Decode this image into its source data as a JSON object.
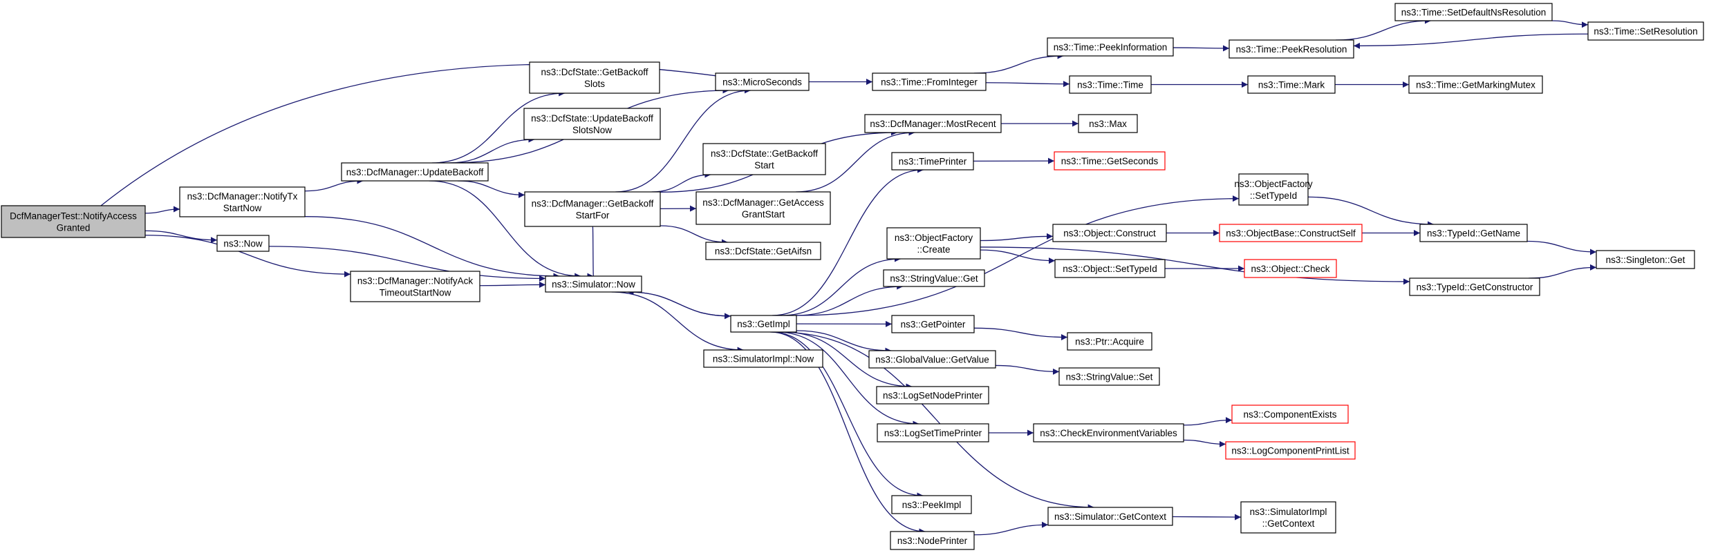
{
  "graph": {
    "edge_color": "#191970",
    "node_border": "#000000",
    "highlight_border": "#ff0000",
    "root_fill": "#bfbfbf",
    "nodes": [
      {
        "id": "root",
        "lines": [
          "DcfManagerTest::NotifyAccess",
          "Granted"
        ],
        "style": "root"
      },
      {
        "id": "notifyTx",
        "lines": [
          "ns3::DcfManager::NotifyTx",
          "StartNow"
        ]
      },
      {
        "id": "now",
        "lines": [
          "ns3::Now"
        ]
      },
      {
        "id": "notifyAck",
        "lines": [
          "ns3::DcfManager::NotifyAck",
          "TimeoutStartNow"
        ]
      },
      {
        "id": "updateBackoff",
        "lines": [
          "ns3::DcfManager::UpdateBackoff"
        ]
      },
      {
        "id": "simNow",
        "lines": [
          "ns3::Simulator::Now"
        ]
      },
      {
        "id": "getBackoffSlots",
        "lines": [
          "ns3::DcfState::GetBackoff",
          "Slots"
        ]
      },
      {
        "id": "updateBackoffSlotsNow",
        "lines": [
          "ns3::DcfState::UpdateBackoff",
          "SlotsNow"
        ]
      },
      {
        "id": "getBackoffStartFor",
        "lines": [
          "ns3::DcfManager::GetBackoff",
          "StartFor"
        ]
      },
      {
        "id": "microSeconds",
        "lines": [
          "ns3::MicroSeconds"
        ]
      },
      {
        "id": "getBackoffStart",
        "lines": [
          "ns3::DcfState::GetBackoff",
          "Start"
        ]
      },
      {
        "id": "getAccessGrantStart",
        "lines": [
          "ns3::DcfManager::GetAccess",
          "GrantStart"
        ]
      },
      {
        "id": "getAifsn",
        "lines": [
          "ns3::DcfState::GetAifsn"
        ]
      },
      {
        "id": "getImpl",
        "lines": [
          "ns3::GetImpl"
        ]
      },
      {
        "id": "simImplNow",
        "lines": [
          "ns3::SimulatorImpl::Now"
        ]
      },
      {
        "id": "fromInteger",
        "lines": [
          "ns3::Time::FromInteger"
        ]
      },
      {
        "id": "mostRecent",
        "lines": [
          "ns3::DcfManager::MostRecent"
        ]
      },
      {
        "id": "timePrinter",
        "lines": [
          "ns3::TimePrinter"
        ]
      },
      {
        "id": "ofCreate",
        "lines": [
          "ns3::ObjectFactory",
          "::Create"
        ]
      },
      {
        "id": "stringValueGet",
        "lines": [
          "ns3::StringValue::Get"
        ]
      },
      {
        "id": "getPointer",
        "lines": [
          "ns3::GetPointer"
        ]
      },
      {
        "id": "globalValueGetValue",
        "lines": [
          "ns3::GlobalValue::GetValue"
        ]
      },
      {
        "id": "logSetNodePrinter",
        "lines": [
          "ns3::LogSetNodePrinter"
        ]
      },
      {
        "id": "logSetTimePrinter",
        "lines": [
          "ns3::LogSetTimePrinter"
        ]
      },
      {
        "id": "peekImpl",
        "lines": [
          "ns3::PeekImpl"
        ]
      },
      {
        "id": "nodePrinter",
        "lines": [
          "ns3::NodePrinter"
        ]
      },
      {
        "id": "peekInformation",
        "lines": [
          "ns3::Time::PeekInformation"
        ]
      },
      {
        "id": "timeTime",
        "lines": [
          "ns3::Time::Time"
        ]
      },
      {
        "id": "max",
        "lines": [
          "ns3::Max"
        ]
      },
      {
        "id": "getSeconds",
        "lines": [
          "ns3::Time::GetSeconds"
        ],
        "style": "red"
      },
      {
        "id": "objectConstruct",
        "lines": [
          "ns3::Object::Construct"
        ]
      },
      {
        "id": "objectSetTypeId",
        "lines": [
          "ns3::Object::SetTypeId"
        ]
      },
      {
        "id": "ptrAcquire",
        "lines": [
          "ns3::Ptr::Acquire"
        ]
      },
      {
        "id": "stringValueSet",
        "lines": [
          "ns3::StringValue::Set"
        ]
      },
      {
        "id": "checkEnv",
        "lines": [
          "ns3::CheckEnvironmentVariables"
        ]
      },
      {
        "id": "simGetContext",
        "lines": [
          "ns3::Simulator::GetContext"
        ]
      },
      {
        "id": "peekResolution",
        "lines": [
          "ns3::Time::PeekResolution"
        ]
      },
      {
        "id": "timeMark",
        "lines": [
          "ns3::Time::Mark"
        ]
      },
      {
        "id": "ofSetTypeId",
        "lines": [
          "ns3::ObjectFactory",
          "::SetTypeId"
        ]
      },
      {
        "id": "constructSelf",
        "lines": [
          "ns3::ObjectBase::ConstructSelf"
        ],
        "style": "red"
      },
      {
        "id": "objectCheck",
        "lines": [
          "ns3::Object::Check"
        ],
        "style": "red"
      },
      {
        "id": "componentExists",
        "lines": [
          "ns3::ComponentExists"
        ],
        "style": "red"
      },
      {
        "id": "logComponentPrintList",
        "lines": [
          "ns3::LogComponentPrintList"
        ],
        "style": "red"
      },
      {
        "id": "simImplGetContext",
        "lines": [
          "ns3::SimulatorImpl",
          "::GetContext"
        ]
      },
      {
        "id": "setDefaultNsResolution",
        "lines": [
          "ns3::Time::SetDefaultNsResolution"
        ]
      },
      {
        "id": "getMarkingMutex",
        "lines": [
          "ns3::Time::GetMarkingMutex"
        ]
      },
      {
        "id": "typeIdGetName",
        "lines": [
          "ns3::TypeId::GetName"
        ]
      },
      {
        "id": "typeIdGetConstructor",
        "lines": [
          "ns3::TypeId::GetConstructor"
        ]
      },
      {
        "id": "setResolution",
        "lines": [
          "ns3::Time::SetResolution"
        ]
      },
      {
        "id": "singletonGet",
        "lines": [
          "ns3::Singleton::Get"
        ]
      }
    ]
  }
}
